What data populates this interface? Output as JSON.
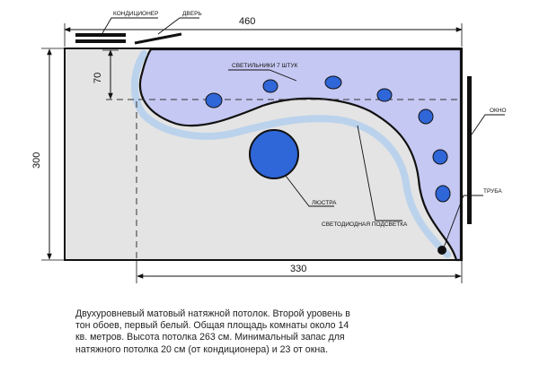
{
  "colors": {
    "upper_fill": "#c5c8f2",
    "lower_fill": "#e4e4e4",
    "lamp": "#2f66d8",
    "led": "#b8d1ec",
    "outline": "#111111"
  },
  "dimensions": {
    "width": "460",
    "height": "300",
    "upper_depth": "70",
    "lower_width": "330"
  },
  "labels": {
    "conditioner": "КОНДИЦИОНЕР",
    "door": "ДВЕРЬ",
    "lights": "СВЕТИЛЬНИКИ 7 ШТУК",
    "window": "ОКНО",
    "pipe": "ТРУБА",
    "chandelier": "ЛЮСТРА",
    "led_strip": "СВЕТОДИОДНАЯ ПОДСВЕТКА"
  },
  "caption": [
    "Двухуровневый матовый натяжной потолок. Второй уровень в",
    "тон обоев, первый белый. Общая площадь комнаты около 14",
    "кв. метров. Высота потолка 263 см. Минимальный запас для",
    "натяжного потолка 20 см (от кондиционера) и 23 от окна."
  ]
}
